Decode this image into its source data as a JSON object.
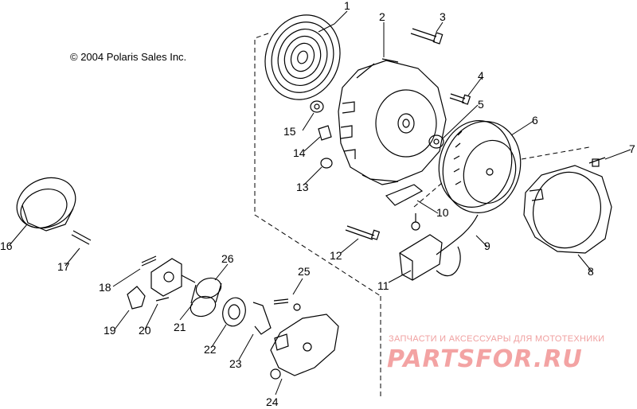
{
  "copyright": "© 2004 Polaris Sales Inc.",
  "watermark": {
    "subtitle": "ЗАПЧАСТИ И АКСЕССУАРЫ ДЛЯ МОТОТЕХНИКИ",
    "logo": "PARTSFOR.RU",
    "color": "#f3a3a3"
  },
  "callouts": [
    "1",
    "2",
    "3",
    "4",
    "5",
    "6",
    "7",
    "8",
    "9",
    "10",
    "11",
    "12",
    "13",
    "14",
    "15",
    "16",
    "17",
    "18",
    "19",
    "20",
    "21",
    "22",
    "23",
    "24",
    "25",
    "26"
  ],
  "colors": {
    "line": "#000000",
    "background": "#ffffff"
  }
}
